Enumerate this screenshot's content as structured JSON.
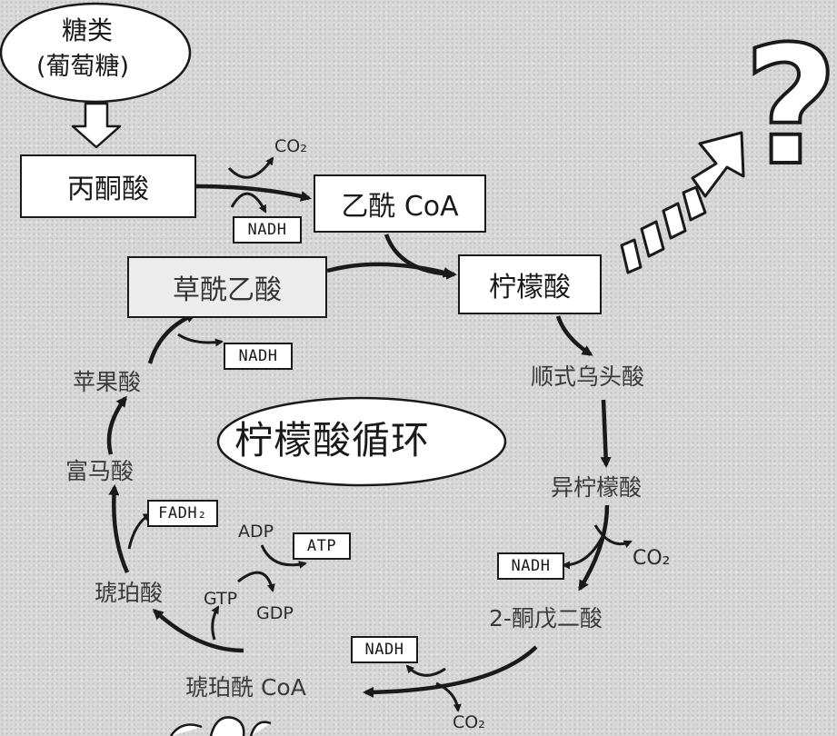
{
  "nodes": {
    "glucose_line1": "糖类",
    "glucose_line2": "(葡萄糖)",
    "pyruvate": "丙酮酸",
    "acetyl_coa": "乙酰 CoA",
    "oxaloacetate": "草酰乙酸",
    "citrate": "柠檬酸",
    "cis_aconitate": "顺式乌头酸",
    "isocitrate": "异柠檬酸",
    "ketoglutarate": "2-酮戊二酸",
    "succinyl_coa": "琥珀酰 CoA",
    "succinate": "琥珀酸",
    "fumarate": "富马酸",
    "malate": "苹果酸",
    "cycle_title": "柠檬酸循环"
  },
  "byproducts": {
    "co2_pyruvate": "CO₂",
    "nadh_pyruvate": "NADH",
    "nadh_malate": "NADH",
    "nadh_isocitrate": "NADH",
    "co2_isocitrate": "CO₂",
    "nadh_ketoglutarate": "NADH",
    "co2_ketoglutarate": "CO₂",
    "fadh2": "FADH₂",
    "adp": "ADP",
    "atp": "ATP",
    "gtp": "GTP",
    "gdp": "GDP"
  },
  "question_mark": "?"
}
